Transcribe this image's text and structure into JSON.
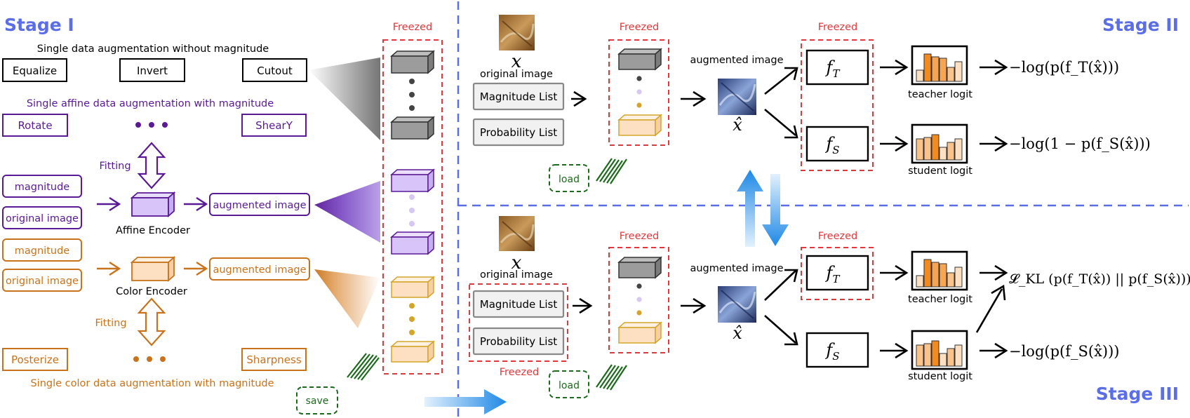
{
  "stage1": {
    "title": "Stage I",
    "single_aug_title": "Single data augmentation without magnitude",
    "equalize": "Equalize",
    "invert": "Invert",
    "cutout": "Cutout",
    "affine_title": "Single affine data augmentation with magnitude",
    "rotate": "Rotate",
    "sheary": "ShearY",
    "fitting_top": "Fitting",
    "magnitude_a": "magnitude",
    "original_a": "original image",
    "affine_encoder": "Affine Encoder",
    "augmented_a": "augmented image",
    "magnitude_c": "magnitude",
    "original_c": "original image",
    "color_encoder": "Color Encoder",
    "augmented_c": "augmented image",
    "fitting_bottom": "Fitting",
    "posterize": "Posterize",
    "sharpness": "Sharpness",
    "color_title": "Single color data augmentation with magnitude",
    "save": "save",
    "freezed": "Freezed"
  },
  "stage2": {
    "title": "Stage II",
    "x_symbol": "x",
    "original_image": "original image",
    "magnitude_list": "Magnitude List",
    "probability_list": "Probability List",
    "freezed_encoders": "Freezed",
    "load": "load",
    "augmented_image": "augmented image",
    "xhat_symbol": "x̂",
    "freezed_models": "Freezed",
    "f_teacher": "f",
    "f_teacher_sub": "T",
    "f_student": "f",
    "f_student_sub": "S",
    "teacher_logit": "teacher logit",
    "student_logit": "student logit",
    "loss_teacher": "−log(p(f_T(x̂)))",
    "loss_student": "−log(1 − p(f_S(x̂)))"
  },
  "stage3": {
    "title": "Stage III",
    "x_symbol": "x",
    "original_image": "original image",
    "magnitude_list": "Magnitude List",
    "probability_list": "Probability List",
    "freezed_lists": "Freezed",
    "freezed_encoders": "Freezed",
    "load": "load",
    "augmented_image": "augmented image",
    "xhat_symbol": "x̂",
    "freezed_teacher": "Freezed",
    "f_teacher": "f",
    "f_teacher_sub": "T",
    "f_student": "f",
    "f_student_sub": "S",
    "teacher_logit": "teacher logit",
    "student_logit": "student logit",
    "loss_kl": "𝓛_KL (p(f_T(x̂)) || p(f_S(x̂)))",
    "loss_student": "−log(p(f_S(x̂)))"
  },
  "colors": {
    "stage_title": "#5b6ee8",
    "purple": "#5a1a96",
    "orange": "#c8731b",
    "red": "#e0383c",
    "green": "#1c6a1c",
    "gray_block": "#9c9c9c",
    "divider": "#5b6ee8",
    "blue_arrow": "#1e88e5"
  },
  "icons": {
    "arrow": "open-chevron-arrow",
    "fitting": "double-headed-hollow-arrow",
    "logit": "bar-histogram-icon"
  }
}
